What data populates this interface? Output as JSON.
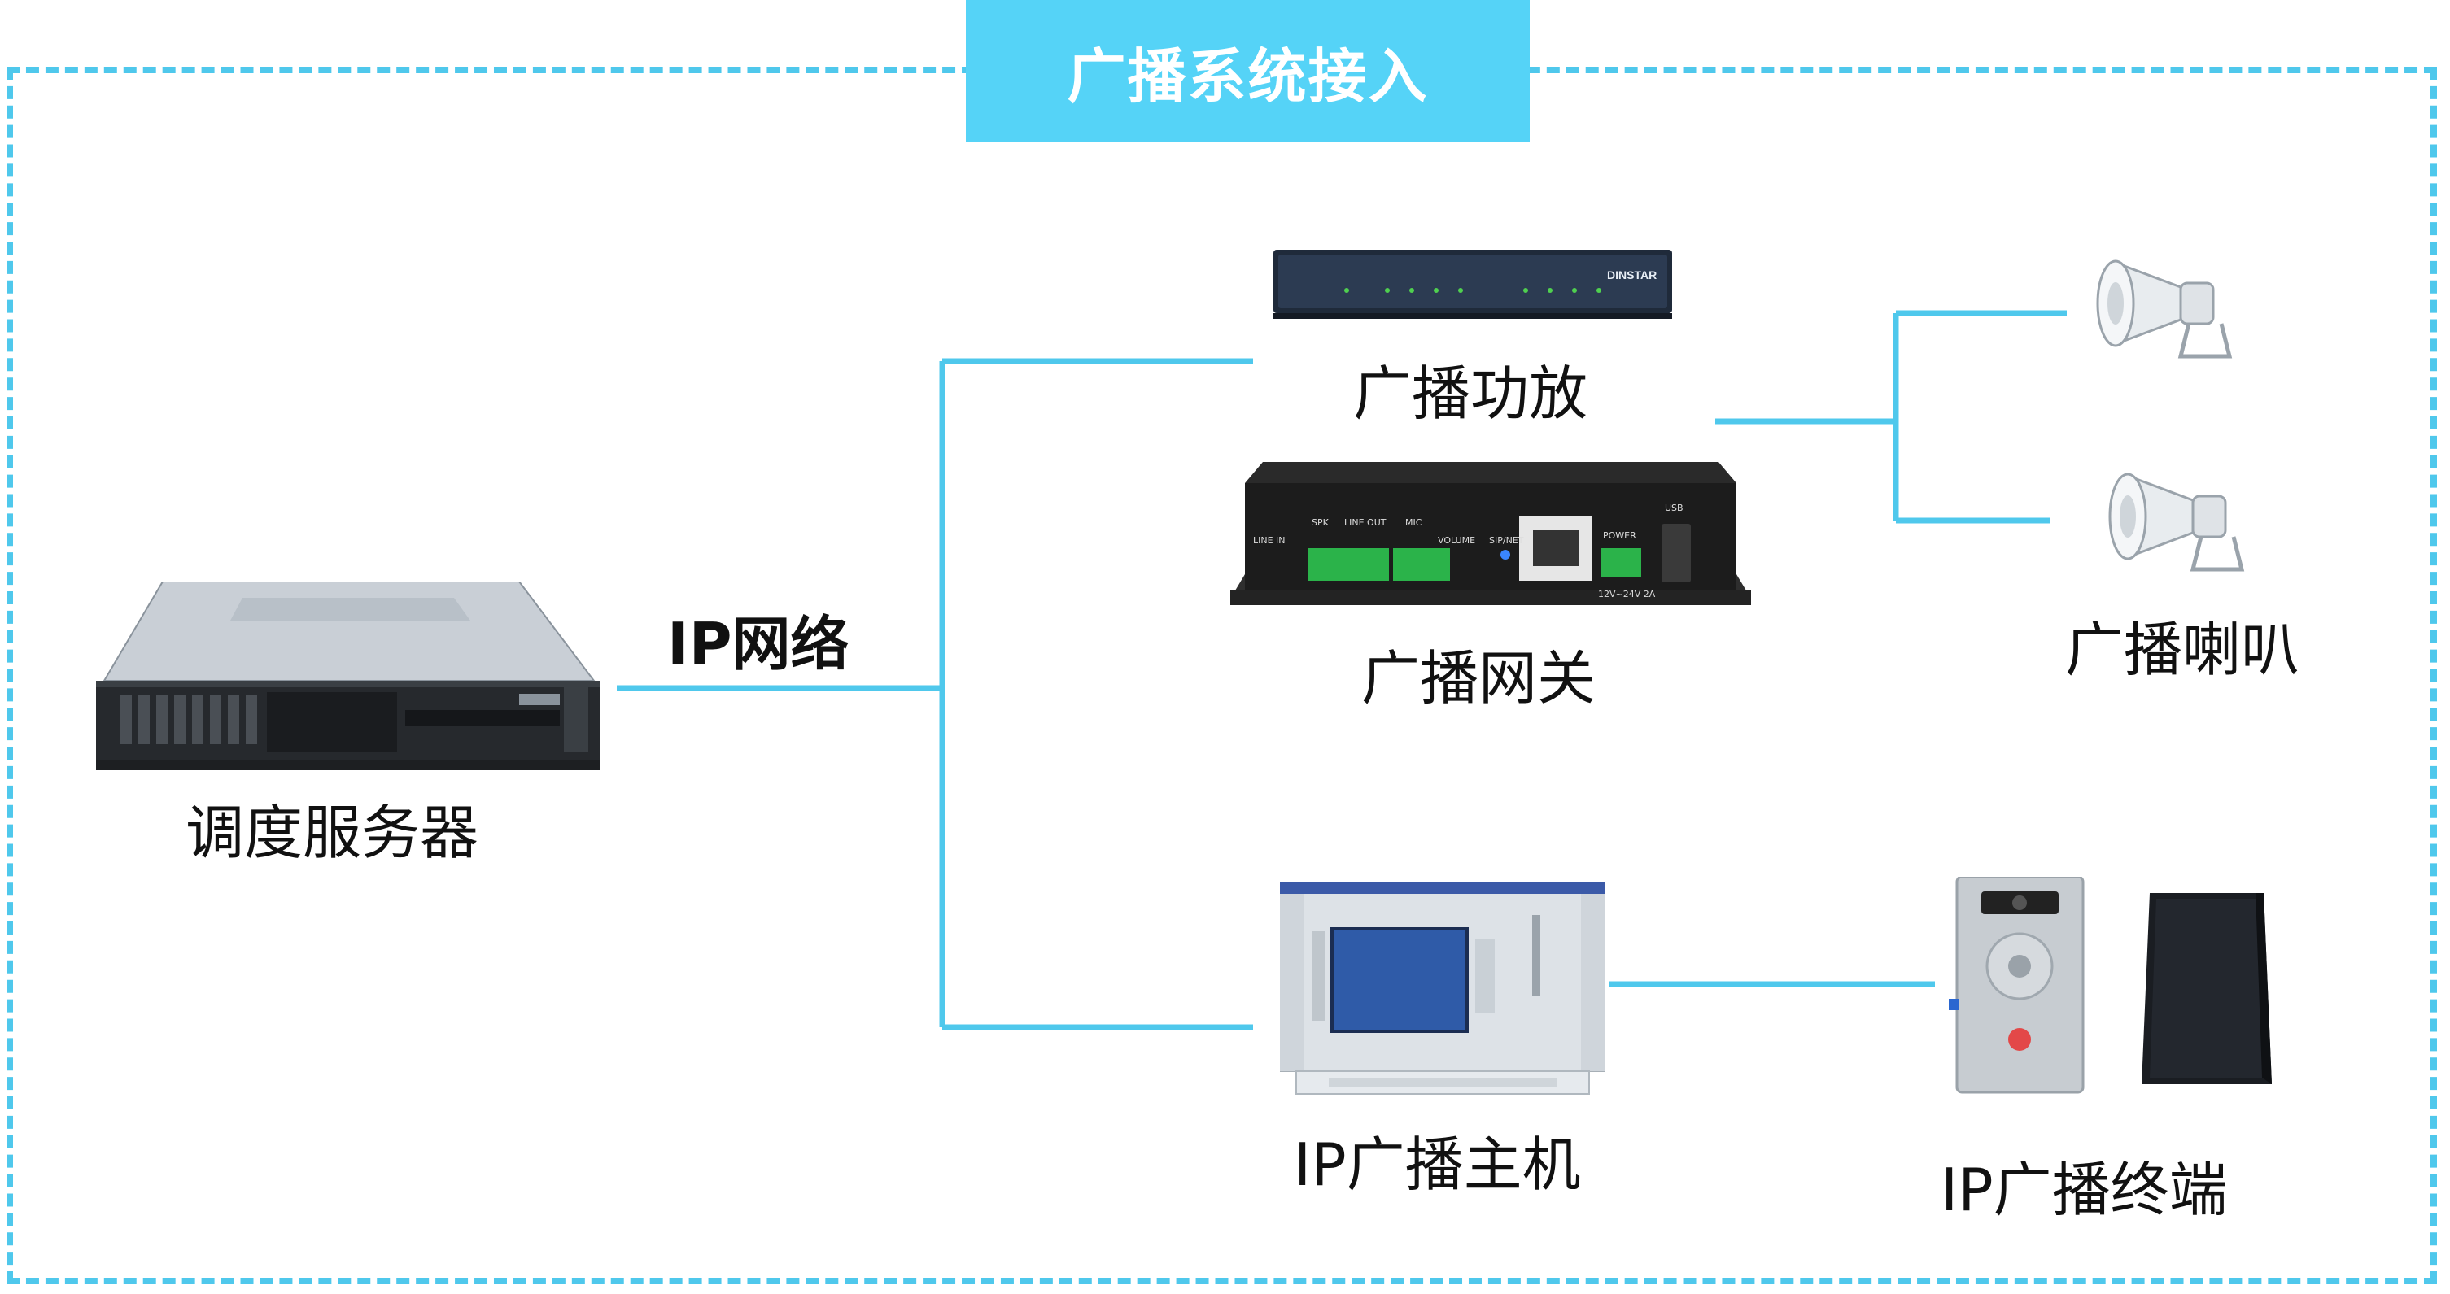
{
  "title": "广播系统接入",
  "network_label": "IP网络",
  "nodes": {
    "server": "调度服务器",
    "amplifier": "广播功放",
    "gateway": "广播网关",
    "speakers": "广播喇叭",
    "host": "IP广播主机",
    "terminal": "IP广播终端"
  },
  "device_texts": {
    "amp_brand": "DINSTAR",
    "gw_line_in": "LINE IN",
    "gw_spk": "SPK",
    "gw_line_out": "LINE OUT",
    "gw_mic": "MIC",
    "gw_volume": "VOLUME",
    "gw_sipnet": "SIP/NET",
    "gw_power": "POWER",
    "gw_usb": "USB",
    "gw_voltage": "12V~24V 2A"
  },
  "colors": {
    "accent": "#55d3f7",
    "line": "#4fc8ec",
    "text": "#111111"
  }
}
